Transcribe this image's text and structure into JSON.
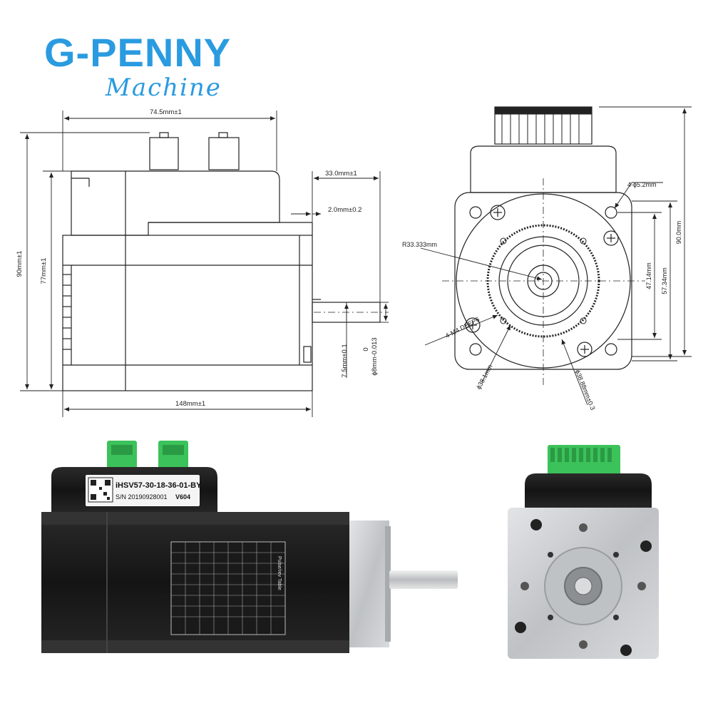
{
  "brand": {
    "name": "G-PENNY",
    "tagline": "Machine",
    "color": "#2a9be0"
  },
  "side_view": {
    "dim_length_top": "74.5mm±1",
    "dim_height_total": "90mm±1",
    "dim_height_body": "77mm±1",
    "dim_shaft_length": "33.0mm±1",
    "dim_boss": "2.0mm±0.2",
    "dim_flat": "7.5mm±0.1",
    "dim_shaft_tol_top": "0",
    "dim_shaft_dia": "ϕ8mm-0.013",
    "dim_length_total": "148mm±1"
  },
  "front_view": {
    "dim_holes": "4-ϕ5.2mm",
    "dim_radius": "R33.333mm",
    "dim_tapped": "4-M4 DEEP6",
    "dim_pilot": "ϕ38.1mm",
    "dim_circle": "ϕ38.88mm±0.3",
    "dim_hole_spacing": "47.14mm",
    "dim_flange_inner": "57.34mm",
    "dim_flange_total": "90.0mm"
  },
  "photo": {
    "model_label": "iHSV57-30-18-36-01-BY",
    "serial_label": "S/N 20190928001",
    "version_label": "V604",
    "side_table_title": "Pulse/rev Table"
  },
  "colors": {
    "line": "#222222",
    "motor_body": "#1c1c1c",
    "connector_green": "#3cc25a",
    "flange_metal": "#c8cacc"
  }
}
